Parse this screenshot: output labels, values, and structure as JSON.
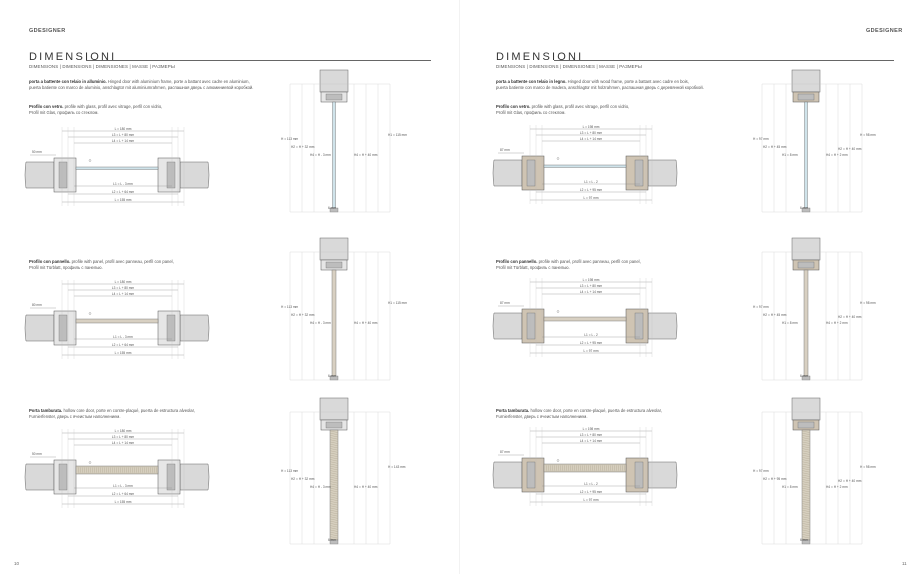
{
  "pages": [
    {
      "side": "left",
      "brand": "GDESIGNER",
      "folio": "10",
      "title": "DIMENSIONI",
      "subtitle": "DIMENSIONS | DIMENSIONS | DIMENSIONES | MASSE | РАЗМЕРЫ",
      "intro": {
        "bold": "porta a battente con telaio in alluminio.",
        "text1": " Hinged door with aluminium frame, porte a battant avec cadre en aluminium,",
        "text2": "puerta batiente con marco de aluminio, anschlagtür mit aluminiumrahmen, распашная дверь с алюминиевой коробкой."
      },
      "sections": [
        {
          "bold": "Profilo con vetro.",
          "text1": " profile with glass, profil avec vitrage, perfil con vidrio,",
          "text2": "Profil mit Glas, профиль со стеклом.",
          "kind": "glass",
          "plan": {
            "L": "L = 180 mm",
            "L3": "L3 = L + 80 mm",
            "L4": "L4 = L + 14 mm",
            "side": "50 mm",
            "L1": "L1 = L - 3 mm",
            "L2": "L2 = L + 64 mm",
            "L5": "L = 155 mm"
          },
          "sec": {
            "H": "H = 113 mm",
            "H2": "H2 = H + 32 mm",
            "H4": "H4 = H - 3 mm",
            "H5": "H4 = H + 40 mm",
            "H1": "H1 = 115 mm",
            "bottom": "6 mm"
          }
        },
        {
          "bold": "Profilo con pannello.",
          "text1": " profile with panel, profil avec panneau, perfil con panel,",
          "text2": "Profil mit Türblatt, профиль с панелью.",
          "kind": "panel",
          "plan": {
            "L": "L = 180 mm",
            "L3": "L3 = L + 80 mm",
            "L4": "L4 = L + 14 mm",
            "side": "80 mm",
            "L1": "L1 = L - 3 mm",
            "L2": "L2 = L + 64 mm",
            "L5": "L = 155 mm"
          },
          "sec": {
            "H": "H = 113 mm",
            "H2": "H2 = H + 32 mm",
            "H4": "H4 = H - 3 mm",
            "H5": "H4 = H + 40 mm",
            "H1": "H1 = 115 mm",
            "bottom": "6 mm"
          }
        },
        {
          "bold": "Porta tamburata.",
          "text1": " hollow core door, porte en contre-plaqué, puerta de estructura alveolar,",
          "text2": "Furnierfenster, дверь с ячеистым наполнением.",
          "kind": "hollow",
          "plan": {
            "L": "L = 180 mm",
            "L3": "L3 = L + 80 mm",
            "L4": "L4 = L + 14 mm",
            "side": "50 mm",
            "L1": "L1 = L - 3 mm",
            "L2": "L2 = L + 64 mm",
            "L5": "L = 155 mm"
          },
          "sec": {
            "H": "H = 113 mm",
            "H2": "H2 = H + 32 mm",
            "H4": "H4 = H - 3 mm",
            "H5": "H4 = H + 40 mm",
            "H1": "H = 143 mm",
            "bottom": "6 mm"
          }
        }
      ]
    },
    {
      "side": "right",
      "brand": "GDESIGNER",
      "folio": "11",
      "title": "DIMENSIONI",
      "subtitle": "DIMENSIONS | DIMENSIONS | DIMENSIONES | MASSE | РАЗМЕРЫ",
      "intro": {
        "bold": "porta a battente con telaio in legno.",
        "text1": " Hinged door with wood frame, porte a battant avec cadre en bois,",
        "text2": "puerta batiente con marco de madera, anschlagtür mit holzrahmen, распашная дверь с деревянной коробкой."
      },
      "sections": [
        {
          "bold": "Profilo con vetro.",
          "text1": " profile with glass, profil avec vitrage, perfil con vidrio,",
          "text2": "Profil mit Glas, профиль со стеклом.",
          "kind": "glass",
          "plan": {
            "L": "L = 198 mm",
            "L3": "L3 = L + 80 mm",
            "L4": "L4 = L + 14 mm",
            "side": "87 mm",
            "L1": "L1 = L - 2",
            "L2": "L2 = L + 95 mm",
            "L5": "L = 97 mm"
          },
          "sec": {
            "H": "H = 97 mm",
            "H2": "H2 = H + 45 mm",
            "H4": "H1 = 8 mm",
            "H5": "H4 = H + 2 mm",
            "H1": "H = 98 mm",
            "H3": "H2 = H + 40 mm",
            "bottom": "6 mm"
          }
        },
        {
          "bold": "Profilo con pannello.",
          "text1": " profile with panel, profil avec panneau, perfil con panel,",
          "text2": "Profil mit Türblatt, профиль с панелью.",
          "kind": "panel",
          "plan": {
            "L": "L = 198 mm",
            "L3": "L3 = L + 80 mm",
            "L4": "L4 = L + 14 mm",
            "side": "87 mm",
            "L1": "L1 = L - 2",
            "L2": "L2 = L + 95 mm",
            "L5": "L = 97 mm"
          },
          "sec": {
            "H": "H = 97 mm",
            "H2": "H2 = H + 45 mm",
            "H4": "H1 = 8 mm",
            "H5": "H4 = H + 2 mm",
            "H1": "H = 98 mm",
            "H3": "H2 = H + 40 mm",
            "bottom": "6 mm"
          }
        },
        {
          "bold": "Porta tamburata.",
          "text1": " hollow core door, porte en contre-plaqué, puerta de estructura alveolar,",
          "text2": "Furnierfenster, дверь с ячеистым наполнением.",
          "kind": "hollow",
          "plan": {
            "L": "L = 198 mm",
            "L3": "L3 = L + 80 mm",
            "L4": "L4 = L + 14 mm",
            "side": "87 mm",
            "L1": "L1 = L - 2",
            "L2": "L2 = L + 95 mm",
            "L5": "L = 97 mm"
          },
          "sec": {
            "H": "H = 97 mm",
            "H2": "H2 = H + 95 mm",
            "H4": "H1 = 8 mm",
            "H5": "H4 = H + 2 mm",
            "H1": "H = 98 mm",
            "H3": "H2 = H + 40 mm",
            "bottom": "6 mm"
          }
        }
      ]
    }
  ]
}
